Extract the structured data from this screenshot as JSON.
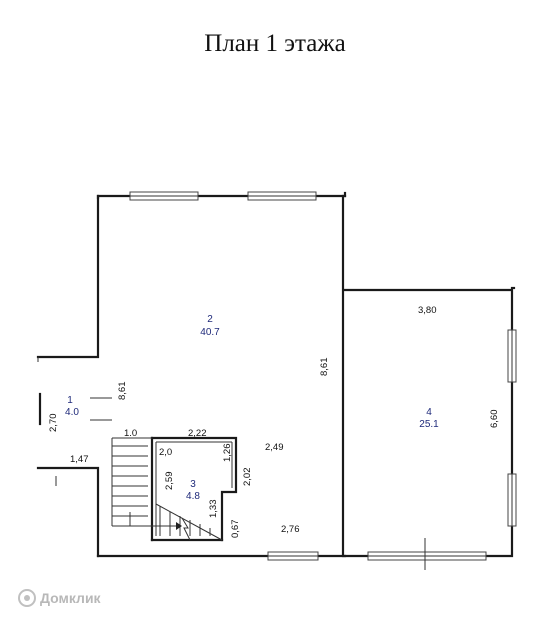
{
  "title": "План 1 этажа",
  "rooms": [
    {
      "id": "room-1",
      "number": "1",
      "area": "4.0"
    },
    {
      "id": "room-2",
      "number": "2",
      "area": "40.7"
    },
    {
      "id": "room-3",
      "number": "3",
      "area": "4.8"
    },
    {
      "id": "room-4",
      "number": "4",
      "area": "25.1"
    }
  ],
  "dimensions": {
    "room4_width": "3,80",
    "room4_height": "6,60",
    "room2_height": "8,61",
    "room1_height": "8,61",
    "room1_width": "2,70",
    "entry": "1,47",
    "stair_top_left": "1.0",
    "stair_top": "2,22",
    "stair_inner_top": "2,0",
    "stair_inner_height": "1,26",
    "stair_left_height": "2,59",
    "stair_right_height": "2,02",
    "stair_bottom_height": "1,33",
    "stair_bottom_gap": "0,67",
    "mid": "2,49",
    "bottom": "2,76"
  },
  "watermark": "Домклик"
}
